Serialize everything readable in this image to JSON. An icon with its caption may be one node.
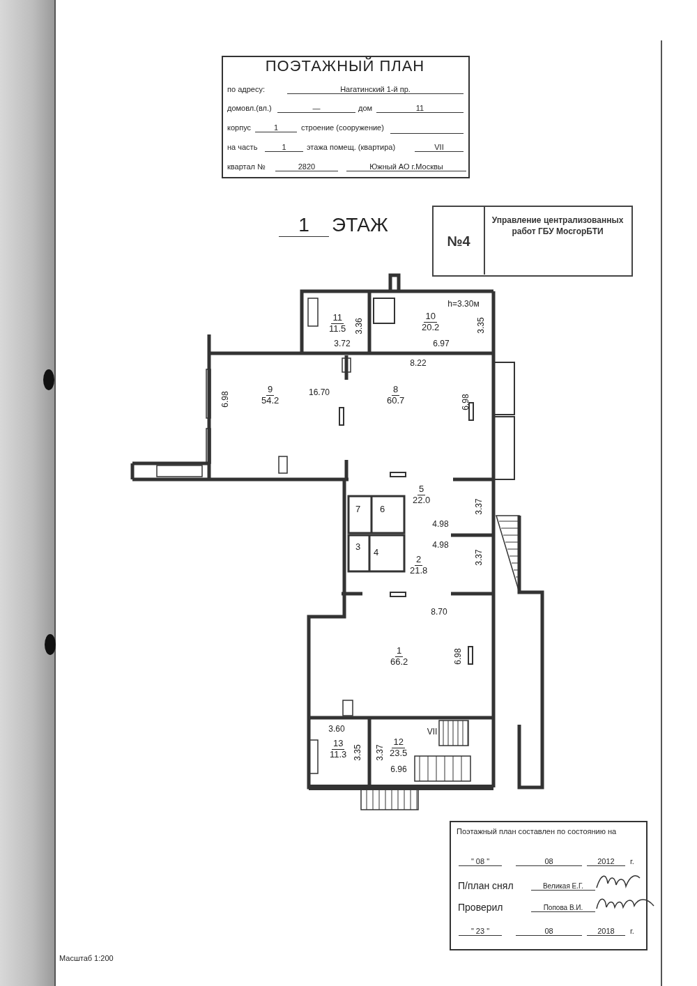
{
  "diagram": {
    "title": "ПОЭТАЖНЫЙ ПЛАН",
    "nodes": [
      {
        "text": [
          "11",
          "11.5"
        ]
      },
      {
        "text": [
          "10",
          "20.2"
        ]
      },
      {
        "text": [
          "9",
          "54.2"
        ]
      },
      {
        "text": [
          "8",
          "60.7"
        ]
      },
      {
        "text": [
          "7"
        ]
      },
      {
        "text": [
          "6"
        ]
      },
      {
        "text": [
          "5",
          "22.0"
        ]
      },
      {
        "text": [
          "3"
        ]
      },
      {
        "text": [
          "4"
        ]
      },
      {
        "text": [
          "2",
          "21.8"
        ]
      },
      {
        "text": [
          "1",
          "66.2"
        ]
      },
      {
        "text": [
          "13",
          "11.3"
        ]
      },
      {
        "text": [
          "12",
          "23.5"
        ]
      }
    ],
    "labels": [
      "по адресу:",
      "Нагатинский 1-й пр.",
      "домовл.(вл.)",
      "—",
      "дом",
      "11",
      "корпус",
      "1",
      "строение (сооружение)",
      "на часть",
      "1",
      "этажа помещ. (квартира)",
      "VII",
      "квартал №",
      "2820",
      "Южный АО г.Москвы",
      "1",
      "ЭТАЖ",
      "№4",
      "Управление централизованных работ ГБУ МосгорБТИ",
      "h=3.30м",
      "3.36",
      "3.35",
      "3.72",
      "6.97",
      "8.22",
      "16.70",
      "6.98",
      "6.98",
      "3.37",
      "4.98",
      "4.98",
      "3.37",
      "8.70",
      "6.98",
      "3.60",
      "VII",
      "3.35",
      "3.37",
      "6.96",
      "Поэтажный план составлен по состоянию на",
      "\" 08 \"",
      "08",
      "2012",
      "г.",
      "П/план снял",
      "Великая Е.Г.",
      "Проверил",
      "Попова В.И.",
      "\" 23 \"",
      "08",
      "2018",
      "г.",
      "Масштаб 1:200"
    ]
  }
}
